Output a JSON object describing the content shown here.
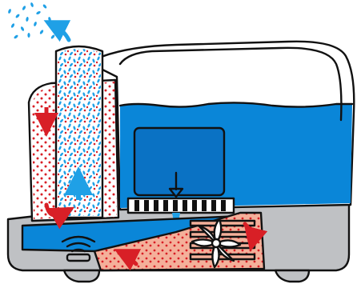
{
  "diagram": {
    "subject": "humidifier-cross-section",
    "colors": {
      "water": "#0a86d8",
      "water_deep": "#0a72c4",
      "mist_blue": "#1fa0e6",
      "hot_red": "#d81f26",
      "warm_zone": "#f4b09a",
      "tank_body": "#ffffff",
      "base": "#bfc1c4",
      "outline": "#111111"
    },
    "components": [
      "water-tank",
      "tank-cartridge",
      "mist-column",
      "evaporation-chamber",
      "ultrasonic-transducer",
      "fan",
      "heater-duct",
      "water-reservoir",
      "base-housing"
    ],
    "arrows": [
      {
        "name": "mist-out-arrow",
        "color": "blue",
        "direction": "up-left"
      },
      {
        "name": "mist-up-arrow",
        "color": "blue",
        "direction": "up"
      },
      {
        "name": "tank-feed-arrow",
        "color": "blue",
        "direction": "down"
      },
      {
        "name": "air-down-arrow",
        "color": "red",
        "direction": "down"
      },
      {
        "name": "air-curve-arrow",
        "color": "red",
        "direction": "curved-right"
      },
      {
        "name": "fan-out-arrow",
        "color": "red",
        "direction": "down-right"
      },
      {
        "name": "duct-up-arrow",
        "color": "red",
        "direction": "up-left"
      }
    ]
  }
}
